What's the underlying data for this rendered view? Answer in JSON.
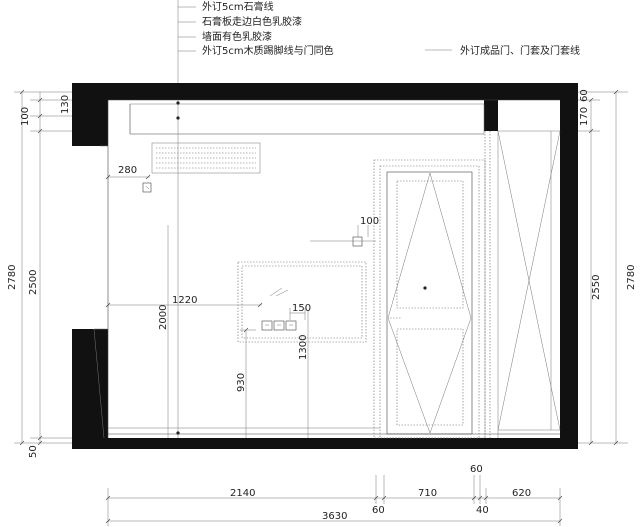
{
  "annotations": {
    "top_left": [
      "外订5cm石膏线",
      "石膏板走边白色乳胶漆",
      "墙面有色乳胶漆",
      "外订5cm木质踢脚线与门同色"
    ],
    "top_right": "外订成品门、门套及门套线"
  },
  "dimensions": {
    "left_outer": "2780",
    "left_inner": "2500",
    "left_top_a": "100",
    "left_top_b": "130",
    "left_bottom": "50",
    "right_outer": "2780",
    "right_inner": "2550",
    "right_top_a": "60",
    "right_top_b": "170",
    "width_280": "280",
    "width_1220": "1220",
    "width_100": "100",
    "width_150": "150",
    "height_2000": "2000",
    "height_1300": "1300",
    "height_930": "930",
    "bottom_2140": "2140",
    "bottom_60a": "60",
    "bottom_710": "710",
    "bottom_60b": "60",
    "bottom_40": "40",
    "bottom_620": "620",
    "bottom_total": "3630"
  }
}
